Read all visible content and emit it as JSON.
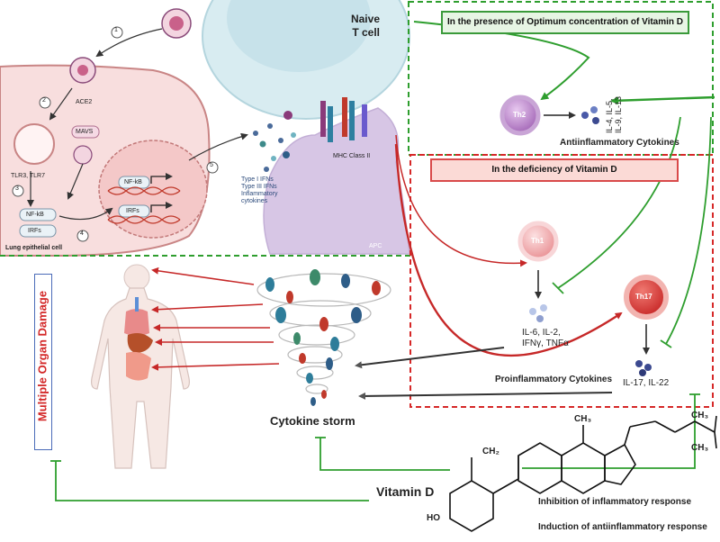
{
  "top_left": {
    "steps": [
      "1",
      "2",
      "3",
      "4",
      "5"
    ],
    "ace2": "ACE2",
    "tlr": "TLR3, TLR7",
    "mavs": "MAVS",
    "nfkb": "NF-kB",
    "irfs": "IRFs",
    "lung_cell": "Lung epithelial cell",
    "ifn_lines": [
      "Type I IFNs",
      "Type III IFNs",
      "Inflammatory",
      "cytokines"
    ],
    "mhc": "MHC Class II",
    "apc": "APC",
    "naive_t": [
      "Naive",
      "T cell"
    ]
  },
  "right_panel": {
    "optimum_title": "In the presence of Optimum concentration of Vitamin D",
    "deficiency_title": "In the deficiency  of Vitamin D",
    "th2": "Th2",
    "th2_cytokines": [
      "IL-4, IL-5,",
      "IL-9, IL-13"
    ],
    "antiinflammatory": "Antiinflammatory Cytokines",
    "th1": "Th1",
    "th1_cytokines": [
      "IL-6, IL-2,",
      "IFNγ, TNFα"
    ],
    "th17": "Th17",
    "th17_cytokines": "IL-17, IL-22",
    "proinflammatory": "Proinflammatory Cytokines"
  },
  "center": {
    "cytokine_storm": "Cytokine storm",
    "multiple_organ_damage": "Multiple Organ Damage"
  },
  "vitamin_d": {
    "label": "Vitamin D",
    "ho": "HO",
    "ch2": "CH₂",
    "ch3_top": "CH₃",
    "ch3_a": "CH₃",
    "ch3_b": "CH₃",
    "inhibition": "Inhibition of inflammatory response",
    "induction": "Induction of antiinflammatory response"
  },
  "colors": {
    "green": "#3ba43b",
    "red": "#d62828",
    "th2": "#b77fc7",
    "th1": "#f0a3a6",
    "th17": "#d93a3a",
    "cytokine_blue": "#5c6fb8"
  }
}
